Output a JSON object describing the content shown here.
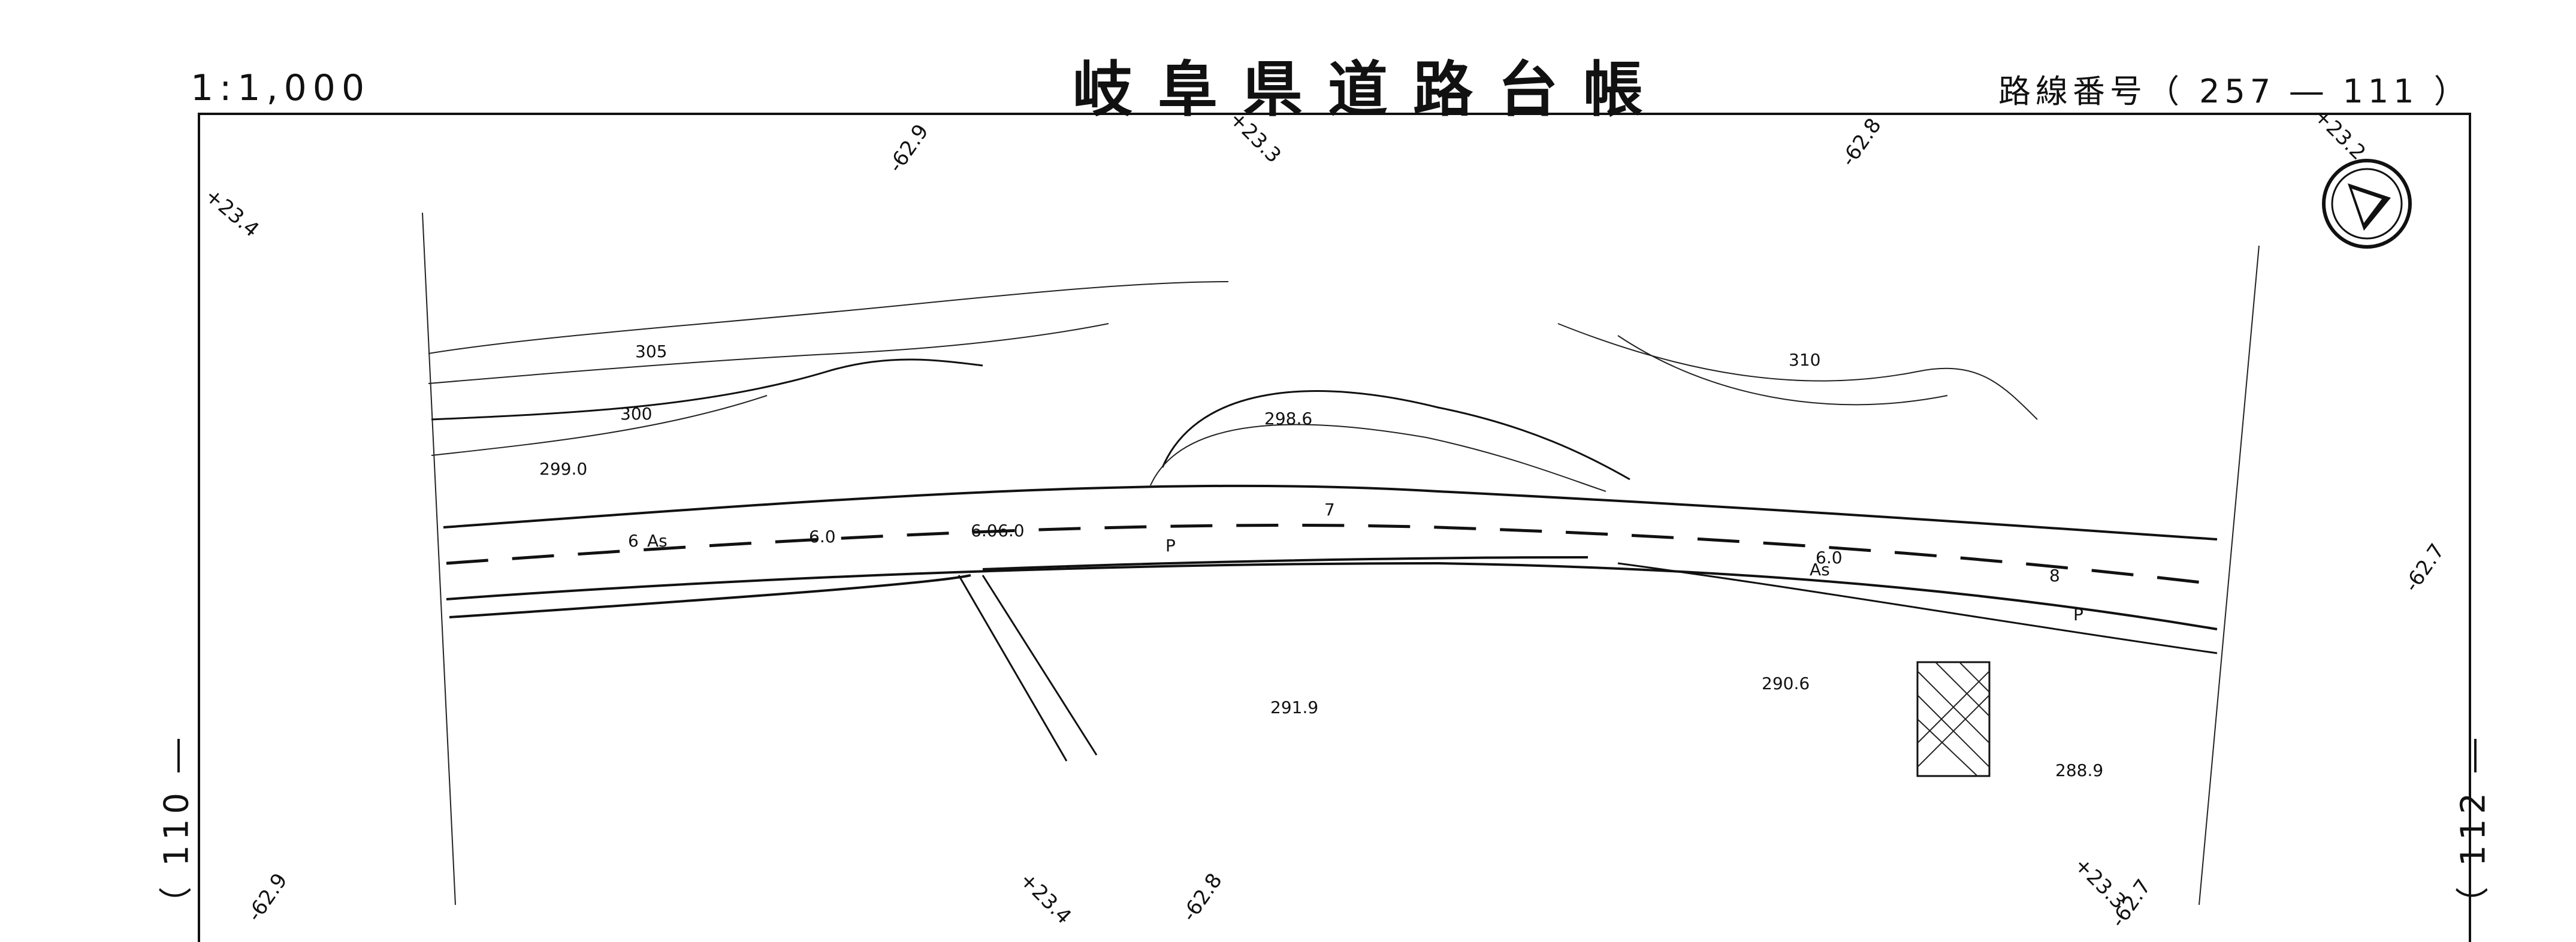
{
  "header": {
    "scale": "1:1,000",
    "title": "岐阜県道路台帳",
    "route_number": "路線番号（ 257 ― 111 ）"
  },
  "sheet_links": {
    "left": "（ 110 ―",
    "right": "（ 112 ―"
  },
  "grid_coordinates": {
    "top": [
      "+23.4",
      "-62.9",
      "+23.3",
      "-62.8",
      "+23.2"
    ],
    "right": [
      "-62.7"
    ],
    "bottom": [
      "-62.9",
      "+23.4",
      "-62.8",
      "+23.3",
      "-62.7"
    ]
  },
  "contour_labels": [
    "305",
    "300",
    "310"
  ],
  "spot_heights": [
    "299.0",
    "298.6",
    "291.9",
    "290.6",
    "288.9"
  ],
  "road_labels": [
    "6",
    "As",
    "7",
    "As",
    "8",
    "P",
    "P",
    "6.0",
    "6.0",
    "6.0",
    "6.0"
  ],
  "north_arrow": "north-arrow-icon"
}
